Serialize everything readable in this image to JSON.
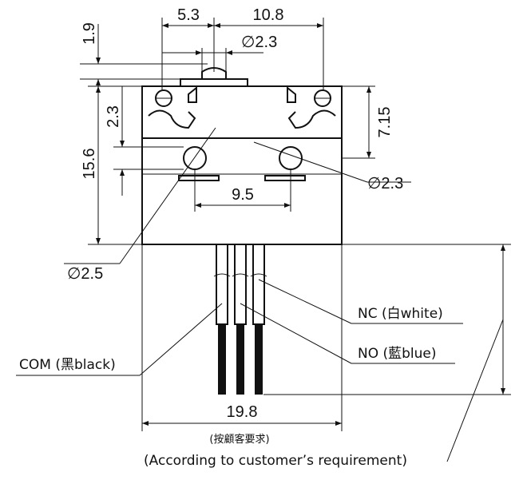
{
  "dimensions": {
    "top_offset": "1.9",
    "left_width": "5.3",
    "right_width": "10.8",
    "hole_dia_top": "∅2.3",
    "side_2_3": "2.3",
    "right_7_15": "7.15",
    "height_15_6": "15.6",
    "spacing_9_5": "9.5",
    "hole_dia_right": "∅2.3",
    "hole_dia_left": "∅2.5",
    "width_19_8": "19.8"
  },
  "labels": {
    "nc": "NC (白white)",
    "no": "NO (藍blue)",
    "com": "COM (黑black)",
    "note_cn": "(按顧客要求)",
    "note_en": "(According to customer’s requirement)"
  },
  "colors": {
    "line": "#111111",
    "background": "#ffffff"
  }
}
